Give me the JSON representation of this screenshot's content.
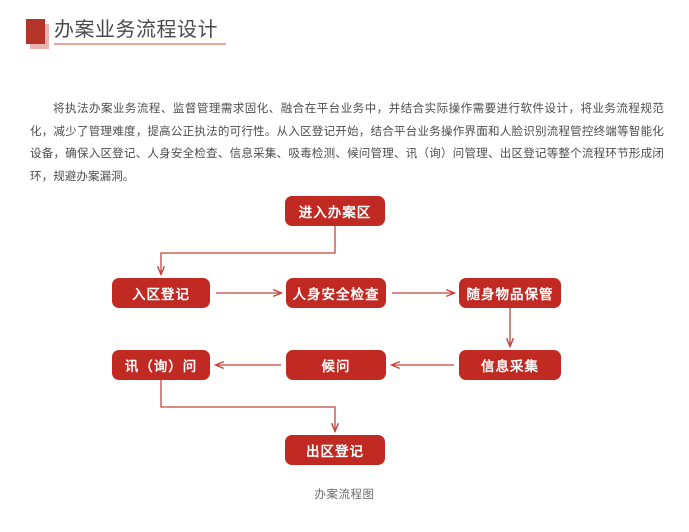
{
  "page": {
    "title": "办案业务流程设计",
    "accent_color": "#c02a23",
    "marker_color": "#b4342a",
    "marker_shadow_color": "#e8b4ad",
    "underline_color": "#e5a79e",
    "arrow_color": "#c4453c",
    "body_text": "将执法办案业务流程、监督管理需求固化、融合在平台业务中，并结合实际操作需要进行软件设计，将业务流程规范化，减少了管理难度，提高公正执法的可行性。从入区登记开始，结合平台业务操作界面和人脸识别流程管控终端等智能化设备，确保入区登记、人身安全检查、信息采集、吸毒检测、候问管理、讯（询）问管理、出区登记等整个流程环节形成闭环，规避办案漏洞。",
    "caption": "办案流程图"
  },
  "flow": {
    "nodes": [
      {
        "id": "enter",
        "label": "进入办案区"
      },
      {
        "id": "reg",
        "label": "入区登记"
      },
      {
        "id": "safety",
        "label": "人身安全检查"
      },
      {
        "id": "items",
        "label": "随身物品保管"
      },
      {
        "id": "interr",
        "label": "讯（询）问"
      },
      {
        "id": "wait",
        "label": "候问"
      },
      {
        "id": "info",
        "label": "信息采集"
      },
      {
        "id": "exit",
        "label": "出区登记"
      }
    ],
    "edges": [
      {
        "from": "enter",
        "to": "reg",
        "direction": "down-left-down"
      },
      {
        "from": "reg",
        "to": "safety",
        "direction": "right"
      },
      {
        "from": "safety",
        "to": "items",
        "direction": "right"
      },
      {
        "from": "items",
        "to": "info",
        "direction": "down"
      },
      {
        "from": "info",
        "to": "wait",
        "direction": "left"
      },
      {
        "from": "wait",
        "to": "interr",
        "direction": "left"
      },
      {
        "from": "interr",
        "to": "exit",
        "direction": "down-right-down"
      }
    ]
  }
}
